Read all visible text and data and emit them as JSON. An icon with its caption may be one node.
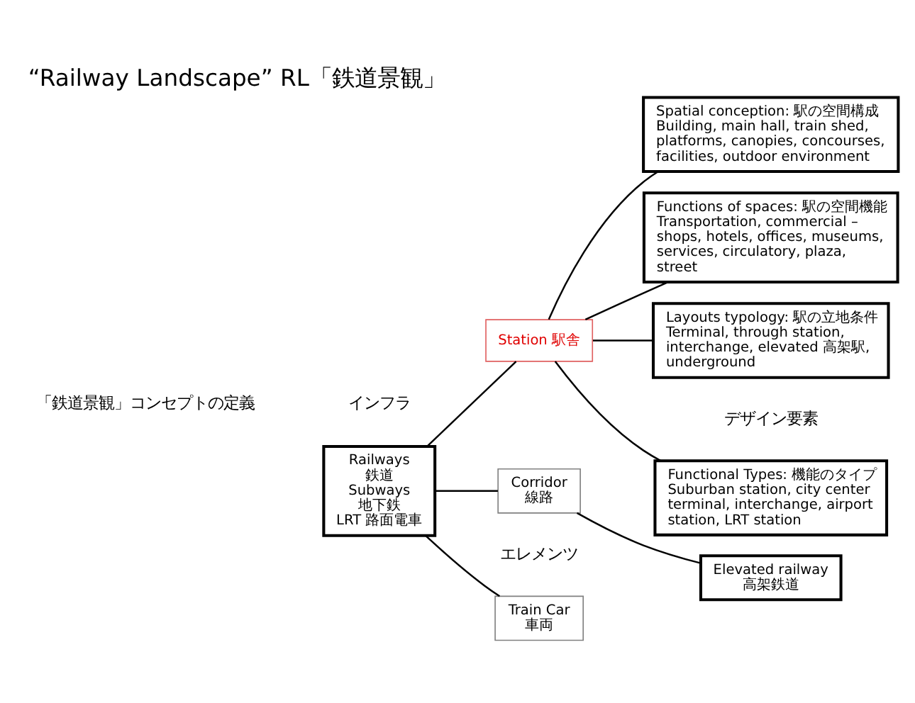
{
  "diagram": {
    "title": "“Railway Landscape” RL「鉄道景観」",
    "nodes": [
      {
        "text": [
          "Railways 鉄道",
          "Subways 地下鉄",
          "LRT 路面電車"
        ]
      },
      {
        "text": [
          "Train Car 車両"
        ]
      },
      {
        "text": [
          "Station 駅舎"
        ]
      },
      {
        "text": [
          "Corridor 線路"
        ]
      },
      {
        "text": [
          "Elevated railway 高架鉄道"
        ]
      },
      {
        "text": [
          "Functional Types: 機能のタイプ",
          "Suburban station, city center terminal, interchange, airport station, LRT station"
        ]
      },
      {
        "text": [
          "Spatial conception: 駅の空間構成",
          "Building, main hall, train shed, platforms, canopies, concourses, facilities, outdoor environment"
        ]
      },
      {
        "text": [
          "Functions of spaces: 駅の空間機能",
          "Transportation, commercial – shops, hotels, offices, museums, services, circulatory, plaza, street"
        ]
      },
      {
        "text": [
          "Layouts typology: 駅の立地条件",
          "Terminal, through station, interchange, elevated 高架駅, underground"
        ]
      }
    ],
    "edges": [
      {
        "from": 0,
        "to": 1,
        "arrow": "none"
      },
      {
        "from": 0,
        "to": 2,
        "arrow": "none"
      },
      {
        "from": 0,
        "to": 3,
        "arrow": "none"
      },
      {
        "from": 3,
        "to": 4,
        "arrow": "none"
      },
      {
        "from": 2,
        "to": 5,
        "arrow": "none"
      },
      {
        "from": 2,
        "to": 6,
        "arrow": "none"
      },
      {
        "from": 2,
        "to": 7,
        "arrow": "none"
      },
      {
        "from": 2,
        "to": 8,
        "arrow": "none"
      }
    ],
    "labels": [
      "「鉄道景観」コンセプトの定義",
      "デザイン要素",
      "インフラ",
      "エレメンツ"
    ]
  }
}
